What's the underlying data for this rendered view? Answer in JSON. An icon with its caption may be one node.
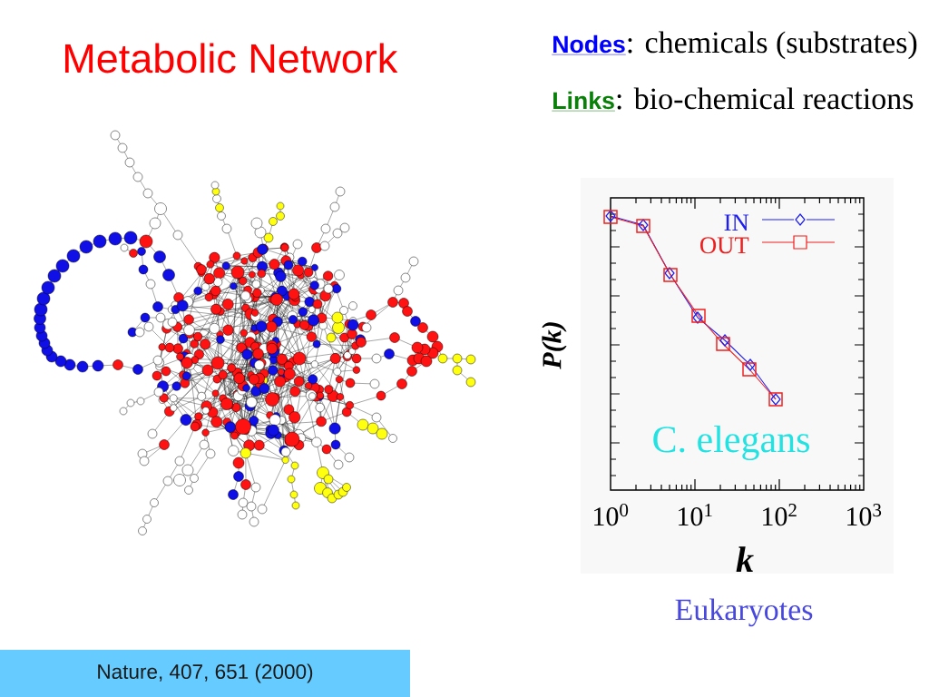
{
  "diagram": {
    "title": "Metabolic Network",
    "nodes": [
      {
        "text": [
          "Nature, 407, 651 (2000)"
        ]
      }
    ],
    "labels": [
      "**Nodes**: chemicals (substrates)",
      "**Links**: bio-chemical reactions",
      "P(k)",
      "10$^{0}$",
      "10$^{1}$",
      "10$^{2}$",
      "10$^{3}$",
      "k",
      "C. elegans",
      "Eukaryotes"
    ],
    "legend": [
      {
        "text": "IN"
      },
      {
        "text": "OUT"
      }
    ]
  }
}
